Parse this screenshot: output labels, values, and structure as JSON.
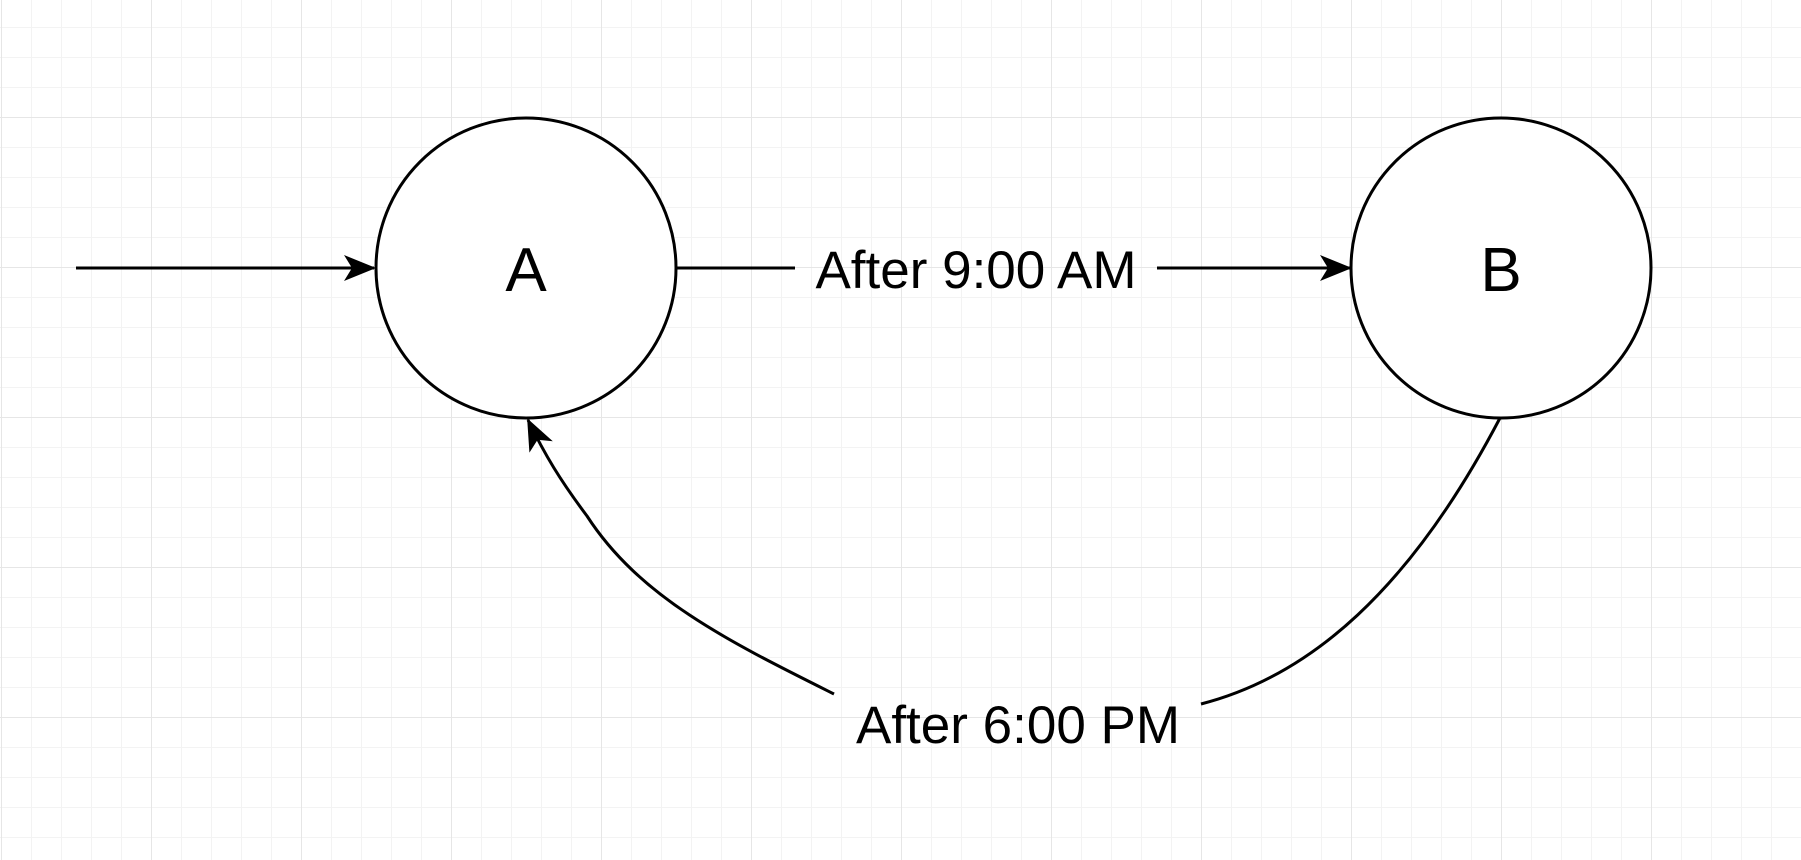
{
  "diagram": {
    "nodes": [
      {
        "id": "A",
        "label": "A"
      },
      {
        "id": "B",
        "label": "B"
      }
    ],
    "edges": [
      {
        "id": "start",
        "from": null,
        "to": "A",
        "label": ""
      },
      {
        "id": "a_to_b",
        "from": "A",
        "to": "B",
        "label": "After 9:00 AM"
      },
      {
        "id": "b_to_a",
        "from": "B",
        "to": "A",
        "label": "After 6:00 PM"
      }
    ],
    "colors": {
      "stroke": "#000000",
      "node_fill": "#ffffff",
      "grid_major": "#e6e6e6",
      "grid_minor": "#f3f3f3",
      "background": "#ffffff"
    }
  }
}
